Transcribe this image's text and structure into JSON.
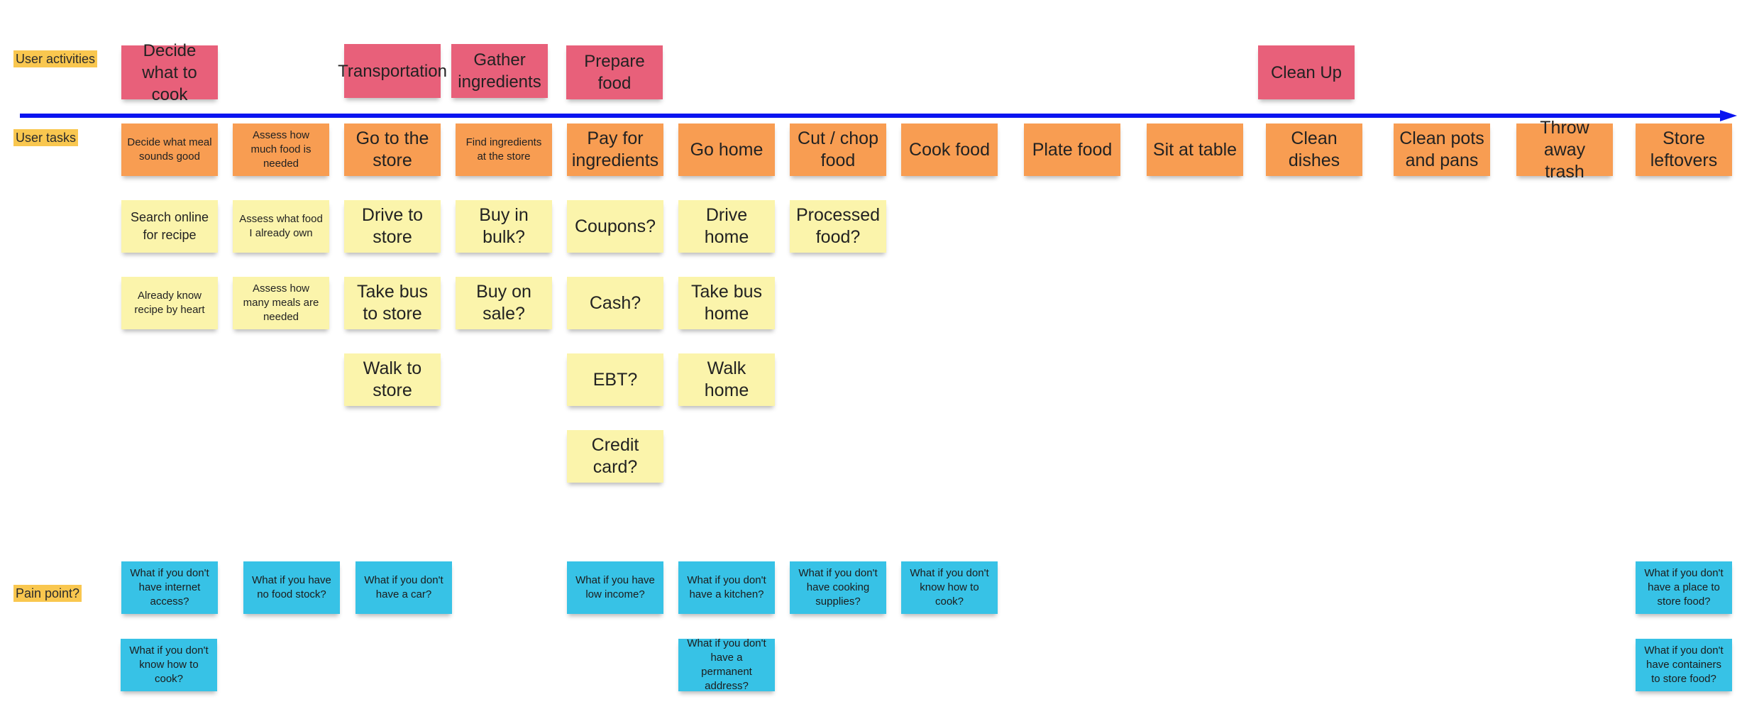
{
  "labels": {
    "activities": "User activities",
    "tasks": "User tasks",
    "pain": "Pain point?"
  },
  "activities": [
    "Decide what to cook",
    "Transportation",
    "Gather ingredients",
    "Prepare food",
    "Clean Up"
  ],
  "tasks": [
    "Decide what meal sounds good",
    "Assess how much food is needed",
    "Go to the store",
    "Find ingredients at the store",
    "Pay for ingredients",
    "Go home",
    "Cut / chop food",
    "Cook food",
    "Plate food",
    "Sit at table",
    "Clean dishes",
    "Clean pots and pans",
    "Throw away trash",
    "Store leftovers"
  ],
  "details": {
    "decide": [
      "Search online for recipe",
      "Already know recipe by heart"
    ],
    "assess": [
      "Assess what food I already own",
      "Assess how many meals are needed"
    ],
    "go_store": [
      "Drive to store",
      "Take bus to store",
      "Walk to store"
    ],
    "find": [
      "Buy in bulk?",
      "Buy on sale?"
    ],
    "pay": [
      "Coupons?",
      "Cash?",
      "EBT?",
      "Credit card?"
    ],
    "go_home": [
      "Drive home",
      "Take bus home",
      "Walk home"
    ],
    "cut": [
      "Processed food?"
    ]
  },
  "pain_points": [
    "What if you don't have internet access?",
    "What if you don't know how to cook?",
    "What if you have no food stock?",
    "What if you don't have a car?",
    "What if you have low income?",
    "What if you don't have a kitchen?",
    "What if you don't have a permanent address?",
    "What if you don't have cooking supplies?",
    "What if you don't know how to cook?",
    "What if you don't have a place to store food?",
    "What if you don't have containers to store food?"
  ],
  "colors": {
    "activity": "#e8607a",
    "task": "#f89d52",
    "detail": "#fbf4ab",
    "pain": "#37c2e6",
    "timeline": "#0a14f0",
    "label_highlight": "#f9c74f"
  }
}
